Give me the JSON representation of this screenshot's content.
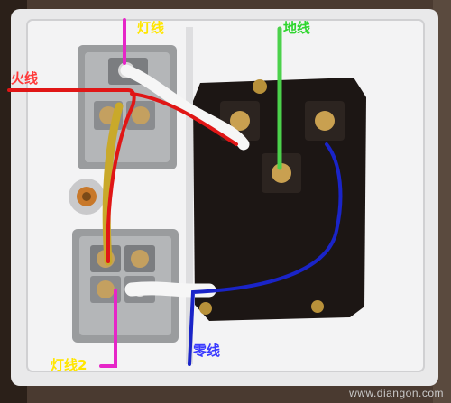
{
  "labels": {
    "light_wire_top": "灯线",
    "live_wire": "火线",
    "ground_wire": "地线",
    "light_wire_2": "灯线2",
    "neutral_wire": "零线"
  },
  "watermark": "www.diangon.com",
  "colors": {
    "live": "#e01616",
    "light": "#e626c8",
    "ground": "#4bd14b",
    "neutral": "#1a24c8",
    "label_live": "#ff3a3a",
    "label_light": "#ffe600",
    "label_ground": "#2fd62f",
    "label_neutral": "#3a3aff"
  }
}
